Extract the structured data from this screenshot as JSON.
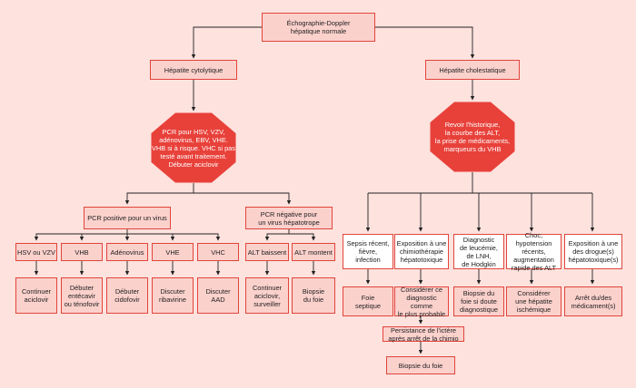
{
  "root": "Échographie-Doppler\nhépatique normale",
  "branches": {
    "cytolytic": {
      "label": "Hépatite cytolytique",
      "octagon": "PCR pour HSV, VZV,\nadénovirus, EBV, VHE.\nVHB si à risque. VHC si pas\ntesté avant traitement.\nDébuter aciclovir",
      "pcr_positive": "PCR positive pour un virus",
      "pcr_negative": "PCR négative pour\nun virus hépatotrope",
      "viruses": [
        {
          "label": "HSV ou VZV",
          "action": "Continuer\naciclovir"
        },
        {
          "label": "VHB",
          "action": "Débuter\nentécavir\nou ténofovir"
        },
        {
          "label": "Adénovirus",
          "action": "Débuter\ncidofovir"
        },
        {
          "label": "VHE",
          "action": "Discuter\nribavirine"
        },
        {
          "label": "VHC",
          "action": "Discuter\nAAD"
        }
      ],
      "alt": [
        {
          "label": "ALT baissent",
          "action": "Continuer\naciclovir,\nsurveiller"
        },
        {
          "label": "ALT montent",
          "action": "Biopsie\ndu foie"
        }
      ]
    },
    "cholestatic": {
      "label": "Hépatite cholestatique",
      "octagon": "Revoir l'historique,\nla courbe des ALT,\nla prise de médicaments,\nmarqueurs du VHB",
      "causes": [
        {
          "label": "Sepsis récent,\nfièvre,\ninfection",
          "action": "Foie\nseptique"
        },
        {
          "label": "Exposition à une\nchimiothérapie\nhépatotoxique",
          "action": "Considérer ce\ndiagnostic comme\nle plus probable"
        },
        {
          "label": "Diagnostic\nde leucémie,\nde LNH,\nde Hodgkin",
          "action": "Biopsie du\nfoie si doute\ndiagnostique"
        },
        {
          "label": "Choc, hypotension\nrécents,\naugmentation\nrapide des ALT",
          "action": "Considérer\nune hépatite\nischémique"
        },
        {
          "label": "Exposition à une\ndes drogue(s)\nhépatotoxique(s)",
          "action": "Arrêt du/des\nmédicament(s)"
        }
      ],
      "persistence": "Persistance de l'ictère\naprès arrêt de la  chimio",
      "final_biopsy": "Biopsie du foie"
    }
  }
}
